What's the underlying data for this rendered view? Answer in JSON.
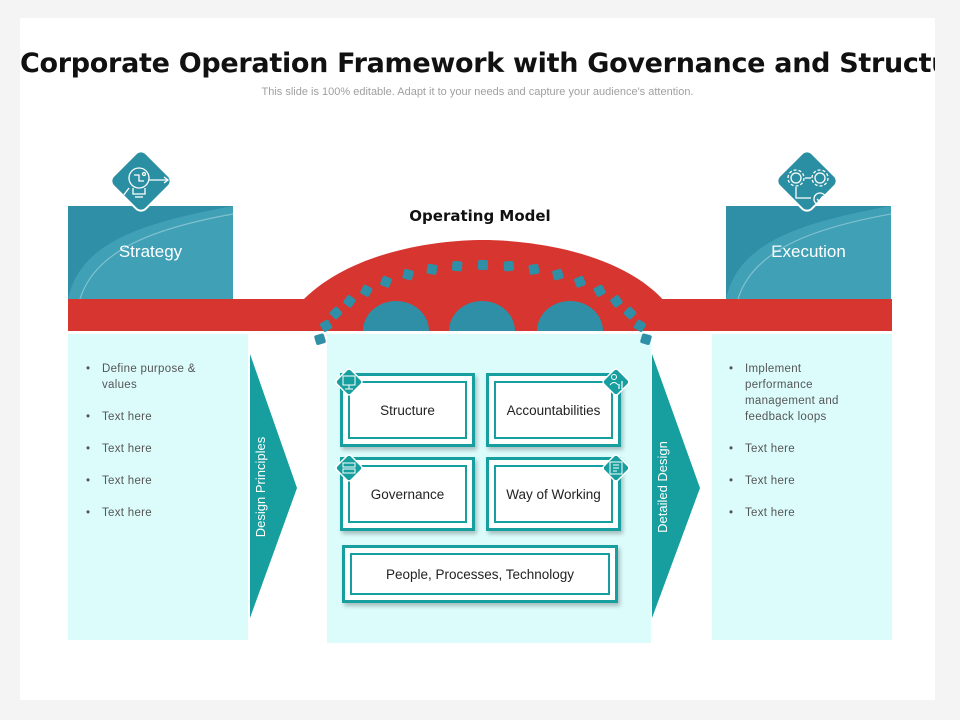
{
  "title": "Corporate Operation Framework with Governance and Structure",
  "subtitle": "This slide is 100% editable. Adapt it to your needs and capture your audience's attention.",
  "operating_model": "Operating Model",
  "strategy": {
    "label": "Strategy",
    "icon": "lightbulb-icon",
    "bullets": [
      "Define purpose & values",
      "Text here",
      "Text here",
      "Text here",
      "Text here"
    ]
  },
  "execution": {
    "label": "Execution",
    "icon": "gears-flow-icon",
    "bullets": [
      "Implement performance management and feedback loops",
      "Text here",
      "Text here",
      "Text here"
    ]
  },
  "design_principles": "Design Principles",
  "detailed_design": "Detailed Design",
  "boxes": {
    "structure": "Structure",
    "accountabilities": "Accountabilities",
    "governance": "Governance",
    "way_of_working": "Way of Working",
    "people": "People, Processes, Technology"
  },
  "colors": {
    "teal": "#179e9e",
    "teal_dark": "#2f8fa6",
    "red": "#d63530",
    "light_cyan": "#dcfcfc"
  }
}
